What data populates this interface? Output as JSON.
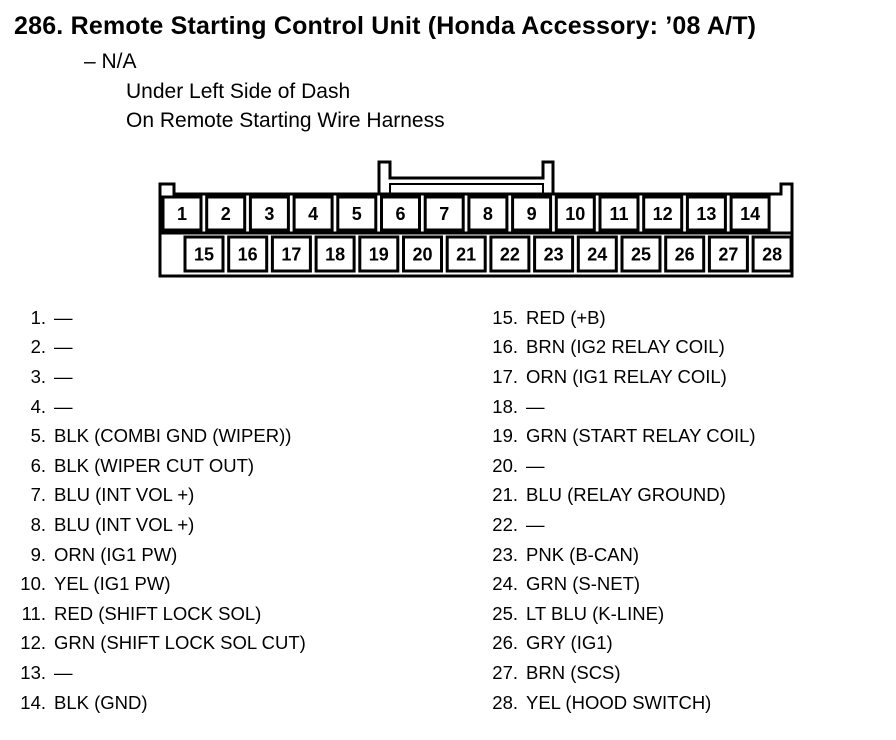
{
  "title": "286.  Remote Starting Control Unit (Honda Accessory: ’08 A/T)",
  "subtitle_na": "– N/A",
  "location": "Under Left Side of Dash",
  "harness": "On Remote Starting Wire Harness",
  "connector": {
    "top_row": [
      "1",
      "2",
      "3",
      "4",
      "5",
      "6",
      "7",
      "8",
      "9",
      "10",
      "11",
      "12",
      "13",
      "14"
    ],
    "bottom_row": [
      "15",
      "16",
      "17",
      "18",
      "19",
      "20",
      "21",
      "22",
      "23",
      "24",
      "25",
      "26",
      "27",
      "28"
    ]
  },
  "pins_left": [
    {
      "num": "1.",
      "desc": "—"
    },
    {
      "num": "2.",
      "desc": "—"
    },
    {
      "num": "3.",
      "desc": "—"
    },
    {
      "num": "4.",
      "desc": "—"
    },
    {
      "num": "5.",
      "desc": "BLK (COMBI GND (WIPER))"
    },
    {
      "num": "6.",
      "desc": "BLK (WIPER CUT OUT)"
    },
    {
      "num": "7.",
      "desc": "BLU (INT VOL +)"
    },
    {
      "num": "8.",
      "desc": "BLU (INT VOL +)"
    },
    {
      "num": "9.",
      "desc": "ORN (IG1 PW)"
    },
    {
      "num": "10.",
      "desc": "YEL (IG1 PW)"
    },
    {
      "num": "11.",
      "desc": "RED (SHIFT LOCK SOL)"
    },
    {
      "num": "12.",
      "desc": "GRN (SHIFT LOCK SOL CUT)"
    },
    {
      "num": "13.",
      "desc": "—"
    },
    {
      "num": "14.",
      "desc": "BLK (GND)"
    }
  ],
  "pins_right": [
    {
      "num": "15.",
      "desc": "RED (+B)"
    },
    {
      "num": "16.",
      "desc": "BRN (IG2 RELAY COIL)"
    },
    {
      "num": "17.",
      "desc": "ORN (IG1 RELAY COIL)"
    },
    {
      "num": "18.",
      "desc": "—"
    },
    {
      "num": "19.",
      "desc": "GRN (START RELAY COIL)"
    },
    {
      "num": "20.",
      "desc": "—"
    },
    {
      "num": "21.",
      "desc": "BLU (RELAY GROUND)"
    },
    {
      "num": "22.",
      "desc": "—"
    },
    {
      "num": "23.",
      "desc": "PNK (B-CAN)"
    },
    {
      "num": "24.",
      "desc": "GRN (S-NET)"
    },
    {
      "num": "25.",
      "desc": "LT BLU (K-LINE)"
    },
    {
      "num": "26.",
      "desc": "GRY (IG1)"
    },
    {
      "num": "27.",
      "desc": "BRN (SCS)"
    },
    {
      "num": "28.",
      "desc": "YEL (HOOD SWITCH)"
    }
  ]
}
